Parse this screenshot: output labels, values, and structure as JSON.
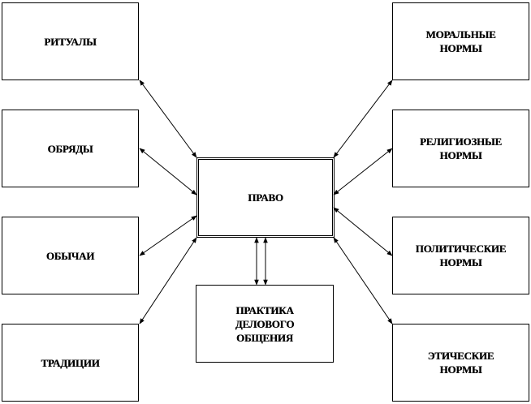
{
  "center": {
    "label": "ПРАВО"
  },
  "left_boxes": [
    {
      "label": "РИТУАЛЫ"
    },
    {
      "label": "ОБРЯДЫ"
    },
    {
      "label": "ОБЫЧАИ"
    },
    {
      "label": "ТРАДИЦИИ"
    }
  ],
  "right_boxes": [
    {
      "label": "МОРАЛЬНЫЕ\nНОРМЫ"
    },
    {
      "label": "РЕЛИГИОЗНЫЕ\nНОРМЫ"
    },
    {
      "label": "ПОЛИТИЧЕСКИЕ\nНОРМЫ"
    },
    {
      "label": "ЭТИЧЕСКИЕ\nНОРМЫ"
    }
  ],
  "bottom_box": {
    "label": "ПРАКТИКА\nДЕЛОВОГО\nОБЩЕНИЯ"
  },
  "colors": {
    "stroke": "#000000",
    "background": "#ffffff"
  }
}
